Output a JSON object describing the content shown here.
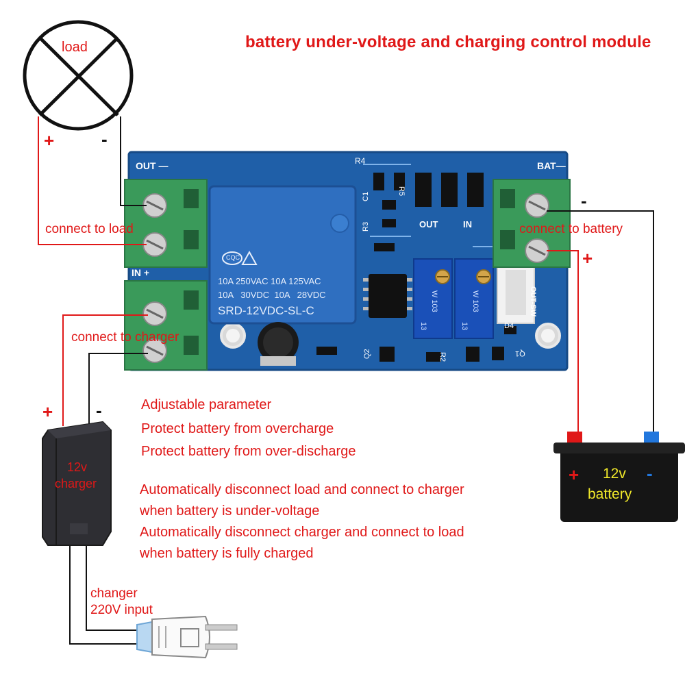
{
  "title": "battery under-voltage and charging control module",
  "load": {
    "label": "load",
    "plus": "+",
    "minus": "-"
  },
  "board": {
    "out_label": "OUT —",
    "in_label": "IN +",
    "bat_label": "BAT—",
    "out_sw": "OUT-SW",
    "r4": "R4",
    "r5": "R5",
    "c1": "C1",
    "r3": "R3",
    "q2": "Q2",
    "r2": "R2",
    "q1": "Q1",
    "d4": "D4",
    "pot_out": "OUT",
    "pot_in": "IN",
    "pot_marking": "W 103",
    "pot_num": "13",
    "relay": {
      "brand": "CQC",
      "line1": "10A 250VAC  10A 125VAC",
      "line2": "10A   30VDC  10A   28VDC",
      "model": "SRD-12VDC-SL-C"
    }
  },
  "labels": {
    "connect_load": "connect to load",
    "connect_charger": "connect to charger",
    "connect_battery": "connect to battery"
  },
  "charger": {
    "label_line1": "12v",
    "label_line2": "charger",
    "plus": "+",
    "minus": "-"
  },
  "battery": {
    "label_line1": "12v",
    "label_line2": "battery",
    "plus": "+",
    "minus": "-",
    "term_plus": "+",
    "term_minus": "-"
  },
  "plug": {
    "label_line1": "changer",
    "label_line2": "220V input"
  },
  "features": [
    "Adjustable parameter",
    "Protect battery from overcharge",
    "Protect battery from over-discharge",
    "Automatically disconnect load and connect to charger",
    "when battery is under-voltage",
    "Automatically disconnect charger and connect to load",
    "when battery is fully charged"
  ],
  "colors": {
    "accent_red": "#e01818",
    "pcb_blue": "#1f5fa8",
    "terminal_green": "#3a9a5a",
    "relay_blue": "#2f6fc0"
  }
}
